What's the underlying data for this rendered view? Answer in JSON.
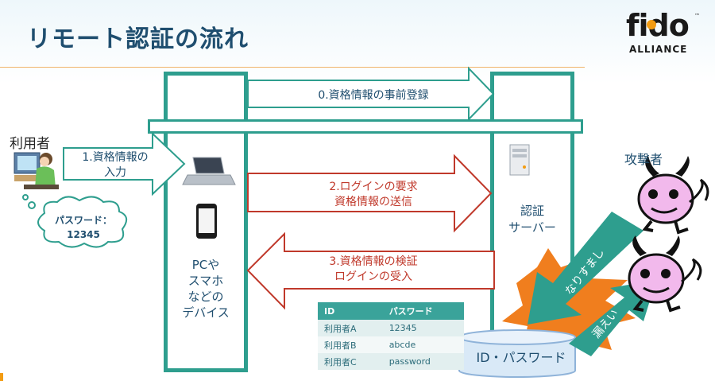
{
  "title": "リモート認証の流れ",
  "logo": {
    "word": "fido",
    "sub": "ALLIANCE",
    "tm": "™"
  },
  "actors": {
    "user": "利用者",
    "attacker": "攻撃者",
    "device": "PCや\nスマホ\nなどの\nデバイス",
    "server": "認証\nサーバー"
  },
  "arrows": {
    "step0": "0.資格情報の事前登録",
    "step1": "1.資格情報の\n入力",
    "step2": "2.ログインの要求\n資格情報の送信",
    "step3": "3.資格情報の検証\nログインの受入"
  },
  "bubble": "パスワード：\n12345",
  "database": "ID・パスワード",
  "attack": {
    "spoof": "なりすまし",
    "leak": "漏えい"
  },
  "credential_table": {
    "headers": [
      "ID",
      "パスワード"
    ],
    "rows": [
      [
        "利用者A",
        "12345"
      ],
      [
        "利用者B",
        "abcde"
      ],
      [
        "利用者C",
        "password"
      ]
    ]
  },
  "colors": {
    "teal": "#2e9e8e",
    "red_arrow": "#c0392b",
    "title": "#1f4e6f",
    "burst": "#f07e1e",
    "attacker_body": "#f2b9ec"
  }
}
